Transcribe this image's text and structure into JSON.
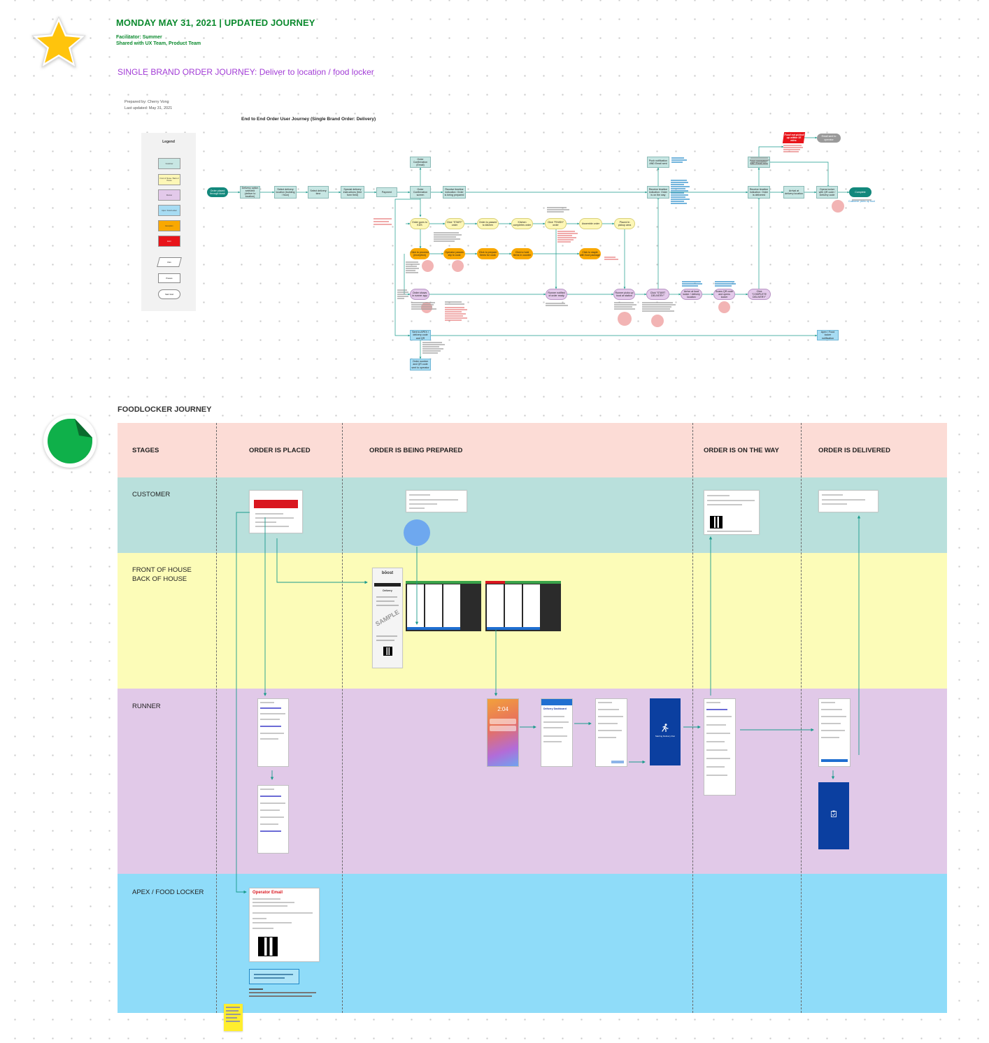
{
  "header": {
    "title": "MONDAY MAY 31, 2021 | UPDATED JOURNEY",
    "facilitator": "Facilitator: Summer",
    "shared": "Shared with UX Team, Product Team",
    "journey_title": "SINGLE BRAND ORDER JOURNEY: Deliver to location / food locker"
  },
  "document": {
    "prepared_by": "Prepared by: Cherry Vong",
    "last_updated": "Last updated: May 31, 2021",
    "flow_title": "End to End Order User Journey (Single Brand Order: Delivery)"
  },
  "legend": {
    "title": "Legend",
    "items": [
      "Customer",
      "Front of House / Back of House",
      "Runner",
      "Apex / Food Locker",
      "Exception",
      "Error"
    ],
    "shapes": [
      "Data",
      "Process",
      "Start / End"
    ]
  },
  "flow": {
    "nodes": {
      "start": "Order placed through kiosk",
      "n1": "Delivery option selected (deliver to location)",
      "n2": "Select delivery location (building / floor)",
      "n3": "Select delivery time",
      "n4": "Special delivery instructions (free form field)",
      "n5": "Payment",
      "n6": "Order Confirmation screen",
      "n6b": "Order Confirmation (Email)",
      "n7": "Receive timeline indication: Order is being prepared",
      "p1": "Order goes to KDS",
      "p2": "Click \"START\" order",
      "p3": "Order is passed to kitchen",
      "p4": "Kitchen completes order",
      "p5": "Click \"FINISH\" order",
      "p6": "Assemble order",
      "p7": "Placed in pickup area",
      "o1": "Click to proceed (exception)",
      "o2": "Operator passes slip to cook",
      "o3": "Click to prepare items for cook",
      "o4": "Click to hold items in counter",
      "o5": "Click to staple with food package",
      "r1": "Order shows in runner app",
      "r2": "Runner notified of order ready",
      "r3": "Runner picks up food at station",
      "r4": "Click \"START DELIVERY\"",
      "r5": "Arrive at food locker / delivery location",
      "r6": "Scans QR code and opens locker",
      "r7": "Click \"COMPLETE DELIVERY\"",
      "d1": "Receive timeline indication: Order is on the way",
      "d2": "Push notification AND Email sent",
      "d3": "Receive timeline indication: Order is delivered",
      "d4": "Arrival at delivery location",
      "d5": "Opens locker with QR code / Delivery code",
      "d6": "Push notification AND Email sent",
      "end": "Complete",
      "err": "Food not picked up within 15 mins",
      "gray": "Email sent to operator",
      "b1": "Sent to APEX / delivery code and QR",
      "b2": "Order number and QR code sent to operator",
      "b3": "Apex / Food locker notification"
    },
    "notes": {
      "customer_pickup": "Customer picks up food"
    }
  },
  "foodlocker": {
    "title": "FOODLOCKER JOURNEY",
    "stages": [
      "STAGES",
      "ORDER IS PLACED",
      "ORDER IS BEING PREPARED",
      "ORDER IS ON THE WAY",
      "ORDER IS DELIVERED"
    ],
    "lanes": {
      "customer": "CUSTOMER",
      "foh": "FRONT OF HOUSE",
      "boh": "BACK OF HOUSE",
      "runner": "RUNNER",
      "apex": "APEX / FOOD LOCKER"
    },
    "screens": {
      "receipt_brand": "bōost",
      "receipt_sample": "SAMPLE",
      "receipt_heading": "Delivery",
      "lock_time": "2:04",
      "dashboard_title": "Delivery Dashboard",
      "run_label": "Starting Delivery Run",
      "operator_email": "Operator Email"
    }
  },
  "colors": {
    "title_green": "#0b8a2e",
    "journey_purple": "#a23cd6",
    "stages_band": "#fcdcd6",
    "customer_band": "#b9e0dc",
    "foh_band": "#fcfcb8",
    "runner_band": "#e1c9e8",
    "apex_band": "#8fdcf9",
    "arrow_teal": "#1a9a8c",
    "star": "#ffc40c",
    "sticker_green": "#0fb04a"
  },
  "icons": [
    "star-sticker-icon",
    "green-sticker-icon",
    "runner-icon",
    "clipboard-icon"
  ]
}
